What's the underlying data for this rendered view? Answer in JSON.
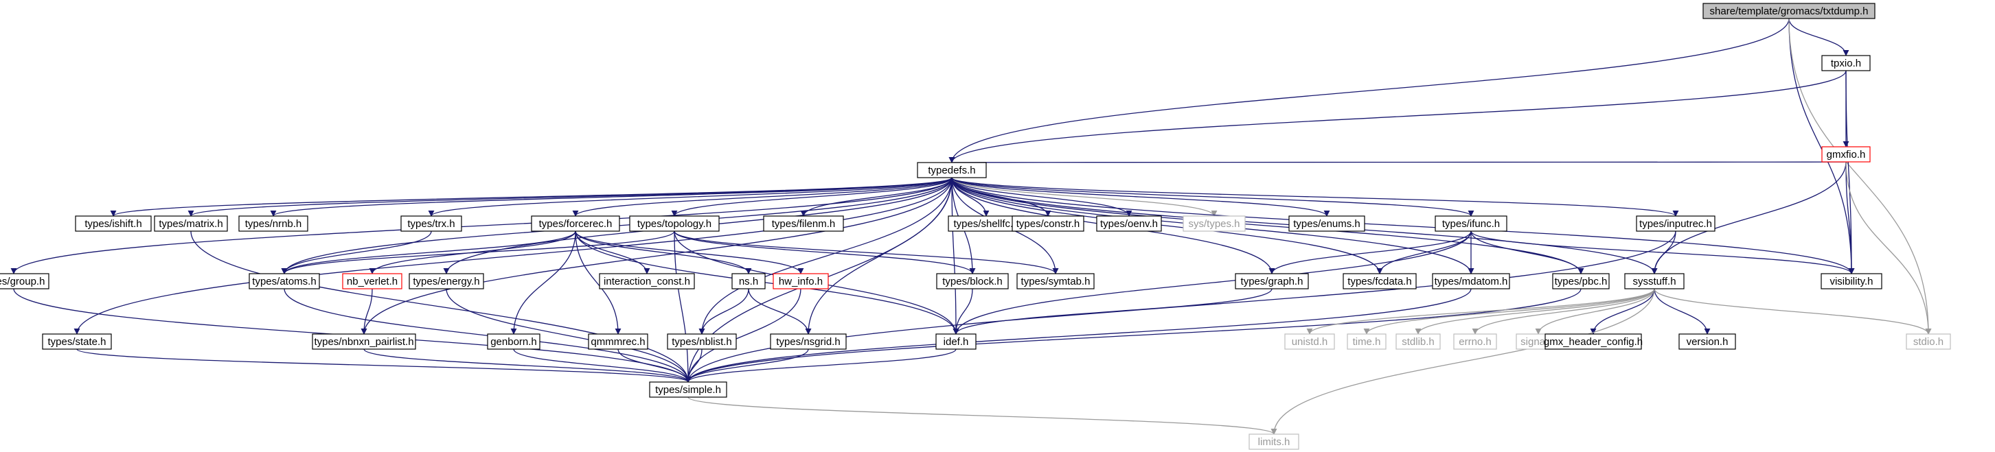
{
  "diagram": {
    "kind": "include-dependency-graph",
    "root": "share/template/gromacs/txtdump.h",
    "colors": {
      "edge": "#191970",
      "node_border": "#000000",
      "root_fill": "#bfbfbf",
      "truncated_border": "#ff0000",
      "external_border": "#bfbfbf",
      "external_text": "#999999",
      "background": "#ffffff"
    },
    "nodes": [
      {
        "id": "txtdump",
        "label": "share/template/gromacs/txtdump.h",
        "style": "root"
      },
      {
        "id": "tpxio",
        "label": "tpxio.h",
        "style": "normal"
      },
      {
        "id": "gmxfio",
        "label": "gmxfio.h",
        "style": "truncated"
      },
      {
        "id": "typedefs",
        "label": "typedefs.h",
        "style": "normal"
      },
      {
        "id": "ishift",
        "label": "types/ishift.h",
        "style": "normal"
      },
      {
        "id": "matrix",
        "label": "types/matrix.h",
        "style": "normal"
      },
      {
        "id": "nrnb",
        "label": "types/nrnb.h",
        "style": "normal"
      },
      {
        "id": "trx",
        "label": "types/trx.h",
        "style": "normal"
      },
      {
        "id": "forcerec",
        "label": "types/forcerec.h",
        "style": "normal"
      },
      {
        "id": "topology",
        "label": "types/topology.h",
        "style": "normal"
      },
      {
        "id": "filenm",
        "label": "types/filenm.h",
        "style": "normal"
      },
      {
        "id": "shellfc",
        "label": "types/shellfc.h",
        "style": "normal"
      },
      {
        "id": "constr",
        "label": "types/constr.h",
        "style": "normal"
      },
      {
        "id": "oenv",
        "label": "types/oenv.h",
        "style": "normal"
      },
      {
        "id": "systypes",
        "label": "sys/types.h",
        "style": "external"
      },
      {
        "id": "enums",
        "label": "types/enums.h",
        "style": "normal"
      },
      {
        "id": "ifunc",
        "label": "types/ifunc.h",
        "style": "normal"
      },
      {
        "id": "inputrec",
        "label": "types/inputrec.h",
        "style": "normal"
      },
      {
        "id": "group",
        "label": "types/group.h",
        "style": "normal"
      },
      {
        "id": "atoms",
        "label": "types/atoms.h",
        "style": "normal"
      },
      {
        "id": "nbverlet",
        "label": "nb_verlet.h",
        "style": "truncated"
      },
      {
        "id": "energy",
        "label": "types/energy.h",
        "style": "normal"
      },
      {
        "id": "interconst",
        "label": "interaction_const.h",
        "style": "normal"
      },
      {
        "id": "ns",
        "label": "ns.h",
        "style": "normal"
      },
      {
        "id": "hwinfo",
        "label": "hw_info.h",
        "style": "truncated"
      },
      {
        "id": "block",
        "label": "types/block.h",
        "style": "normal"
      },
      {
        "id": "symtab",
        "label": "types/symtab.h",
        "style": "normal"
      },
      {
        "id": "graph",
        "label": "types/graph.h",
        "style": "normal"
      },
      {
        "id": "fcdata",
        "label": "types/fcdata.h",
        "style": "normal"
      },
      {
        "id": "mdatom",
        "label": "types/mdatom.h",
        "style": "normal"
      },
      {
        "id": "pbc",
        "label": "types/pbc.h",
        "style": "normal"
      },
      {
        "id": "sysstuff",
        "label": "sysstuff.h",
        "style": "normal"
      },
      {
        "id": "visibility",
        "label": "visibility.h",
        "style": "normal"
      },
      {
        "id": "state",
        "label": "types/state.h",
        "style": "normal"
      },
      {
        "id": "nbnxn",
        "label": "types/nbnxn_pairlist.h",
        "style": "normal"
      },
      {
        "id": "genborn",
        "label": "genborn.h",
        "style": "normal"
      },
      {
        "id": "qmmmrec",
        "label": "qmmmrec.h",
        "style": "normal"
      },
      {
        "id": "nblist",
        "label": "types/nblist.h",
        "style": "normal"
      },
      {
        "id": "nsgrid",
        "label": "types/nsgrid.h",
        "style": "normal"
      },
      {
        "id": "idef",
        "label": "idef.h",
        "style": "normal"
      },
      {
        "id": "unistd",
        "label": "unistd.h",
        "style": "external"
      },
      {
        "id": "time",
        "label": "time.h",
        "style": "external"
      },
      {
        "id": "stdlib",
        "label": "stdlib.h",
        "style": "external"
      },
      {
        "id": "errno",
        "label": "errno.h",
        "style": "external"
      },
      {
        "id": "signal",
        "label": "signal.h",
        "style": "external"
      },
      {
        "id": "gmxheader",
        "label": "gmx_header_config.h",
        "style": "normal"
      },
      {
        "id": "version",
        "label": "version.h",
        "style": "normal"
      },
      {
        "id": "stdio",
        "label": "stdio.h",
        "style": "external"
      },
      {
        "id": "simple",
        "label": "types/simple.h",
        "style": "normal"
      },
      {
        "id": "limits",
        "label": "limits.h",
        "style": "external"
      }
    ],
    "edges": [
      [
        "txtdump",
        "tpxio"
      ],
      [
        "txtdump",
        "typedefs"
      ],
      [
        "txtdump",
        "visibility"
      ],
      [
        "txtdump",
        "stdio"
      ],
      [
        "tpxio",
        "gmxfio"
      ],
      [
        "tpxio",
        "typedefs"
      ],
      [
        "tpxio",
        "visibility"
      ],
      [
        "gmxfio",
        "typedefs"
      ],
      [
        "gmxfio",
        "sysstuff"
      ],
      [
        "gmxfio",
        "visibility"
      ],
      [
        "gmxfio",
        "stdio"
      ],
      [
        "typedefs",
        "ishift"
      ],
      [
        "typedefs",
        "matrix"
      ],
      [
        "typedefs",
        "nrnb"
      ],
      [
        "typedefs",
        "trx"
      ],
      [
        "typedefs",
        "forcerec"
      ],
      [
        "typedefs",
        "topology"
      ],
      [
        "typedefs",
        "filenm"
      ],
      [
        "typedefs",
        "shellfc"
      ],
      [
        "typedefs",
        "constr"
      ],
      [
        "typedefs",
        "oenv"
      ],
      [
        "typedefs",
        "systypes"
      ],
      [
        "typedefs",
        "enums"
      ],
      [
        "typedefs",
        "ifunc"
      ],
      [
        "typedefs",
        "inputrec"
      ],
      [
        "typedefs",
        "group"
      ],
      [
        "typedefs",
        "state"
      ],
      [
        "typedefs",
        "atoms"
      ],
      [
        "typedefs",
        "energy"
      ],
      [
        "typedefs",
        "nbnxn"
      ],
      [
        "typedefs",
        "nblist"
      ],
      [
        "typedefs",
        "nsgrid"
      ],
      [
        "typedefs",
        "idef"
      ],
      [
        "typedefs",
        "symtab"
      ],
      [
        "typedefs",
        "block"
      ],
      [
        "typedefs",
        "graph"
      ],
      [
        "typedefs",
        "fcdata"
      ],
      [
        "typedefs",
        "mdatom"
      ],
      [
        "typedefs",
        "pbc"
      ],
      [
        "typedefs",
        "sysstuff"
      ],
      [
        "typedefs",
        "visibility"
      ],
      [
        "typedefs",
        "simple"
      ],
      [
        "matrix",
        "simple"
      ],
      [
        "trx",
        "atoms"
      ],
      [
        "forcerec",
        "nbverlet"
      ],
      [
        "forcerec",
        "interconst"
      ],
      [
        "forcerec",
        "ns"
      ],
      [
        "forcerec",
        "hwinfo"
      ],
      [
        "forcerec",
        "genborn"
      ],
      [
        "forcerec",
        "qmmmrec"
      ],
      [
        "forcerec",
        "idef"
      ],
      [
        "forcerec",
        "atoms"
      ],
      [
        "topology",
        "atoms"
      ],
      [
        "topology",
        "block"
      ],
      [
        "topology",
        "symtab"
      ],
      [
        "topology",
        "idef"
      ],
      [
        "topology",
        "simple"
      ],
      [
        "ifunc",
        "graph"
      ],
      [
        "ifunc",
        "fcdata"
      ],
      [
        "ifunc",
        "mdatom"
      ],
      [
        "ifunc",
        "pbc"
      ],
      [
        "ifunc",
        "visibility"
      ],
      [
        "ifunc",
        "idef"
      ],
      [
        "inputrec",
        "sysstuff"
      ],
      [
        "inputrec",
        "simple"
      ],
      [
        "group",
        "simple"
      ],
      [
        "state",
        "simple"
      ],
      [
        "atoms",
        "simple"
      ],
      [
        "energy",
        "simple"
      ],
      [
        "nbverlet",
        "nbnxn"
      ],
      [
        "ns",
        "nblist"
      ],
      [
        "ns",
        "nsgrid"
      ],
      [
        "hwinfo",
        "simple"
      ],
      [
        "block",
        "idef"
      ],
      [
        "graph",
        "idef"
      ],
      [
        "mdatom",
        "simple"
      ],
      [
        "pbc",
        "simple"
      ],
      [
        "sysstuff",
        "unistd"
      ],
      [
        "sysstuff",
        "time"
      ],
      [
        "sysstuff",
        "stdlib"
      ],
      [
        "sysstuff",
        "errno"
      ],
      [
        "sysstuff",
        "signal"
      ],
      [
        "sysstuff",
        "gmxheader"
      ],
      [
        "sysstuff",
        "version"
      ],
      [
        "sysstuff",
        "stdio"
      ],
      [
        "sysstuff",
        "limits"
      ],
      [
        "nbnxn",
        "simple"
      ],
      [
        "genborn",
        "simple"
      ],
      [
        "qmmmrec",
        "simple"
      ],
      [
        "nblist",
        "simple"
      ],
      [
        "nsgrid",
        "simple"
      ],
      [
        "idef",
        "simple"
      ],
      [
        "simple",
        "limits"
      ]
    ]
  }
}
